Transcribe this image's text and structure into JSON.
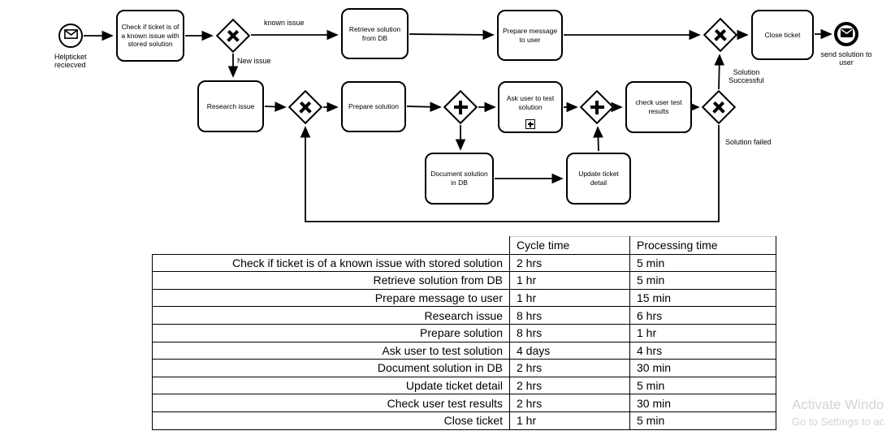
{
  "diagram": {
    "start_event": {
      "label": "Helpticket reciecved",
      "icon": "envelope-icon"
    },
    "end_event": {
      "label": "send solution to user",
      "icon": "envelope-filled-icon"
    },
    "tasks": [
      "Check if ticket is of a known issue with stored solution",
      "Retrieve solution from DB",
      "Prepare message to user",
      "Close ticket",
      "Research issue",
      "Prepare solution",
      "Ask user to test solution",
      "check user test results",
      "Document solution in DB",
      "Update ticket detail"
    ],
    "gateway_icons": {
      "exclusive": "x-icon",
      "parallel": "plus-icon",
      "subprocess": "plus-box-icon"
    },
    "edge_labels": {
      "known_issue": "known issue",
      "new_issue": "New issue",
      "solution_successful": "Solution Successful",
      "solution_failed": "Solution failed"
    },
    "colors": {
      "stroke": "#000000",
      "background": "#ffffff"
    }
  },
  "table": {
    "headers": [
      "",
      "Cycle time",
      "Processing time"
    ],
    "rows": [
      [
        "Check if ticket is of a known issue with stored solution",
        "2 hrs",
        "5 min"
      ],
      [
        "Retrieve solution from DB",
        "1 hr",
        "5 min"
      ],
      [
        "Prepare message to user",
        "1 hr",
        "15 min"
      ],
      [
        "Research issue",
        "8 hrs",
        "6 hrs"
      ],
      [
        "Prepare solution",
        "8 hrs",
        "1 hr"
      ],
      [
        "Ask user to test solution",
        "4 days",
        "4 hrs"
      ],
      [
        "Document solution in DB",
        "2 hrs",
        "30 min"
      ],
      [
        "Update ticket detail",
        "2 hrs",
        "5 min"
      ],
      [
        "Check user test results",
        "2 hrs",
        "30 min"
      ],
      [
        "Close ticket",
        "1 hr",
        "5 min"
      ]
    ]
  },
  "watermark": {
    "line1": "Activate Windo",
    "line2": "Go to Settings to ac",
    "color": "#d6d3d3"
  }
}
